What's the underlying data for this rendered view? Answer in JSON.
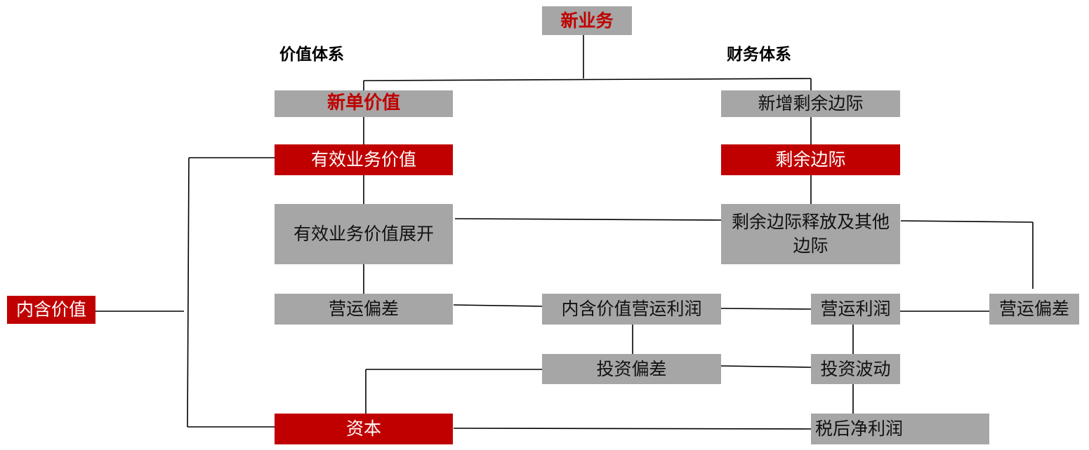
{
  "headings": {
    "value_system": "价值体系",
    "finance_system": "财务体系"
  },
  "nodes": {
    "new_business": "新业务",
    "new_business_value": "新单价值",
    "new_surplus_margin": "新增剩余边际",
    "in_force_value": "有效业务价值",
    "residual_margin": "剩余边际",
    "in_force_value_expansion": "有效业务价值展开",
    "margin_release": "剩余边际释放及其他边际",
    "operating_variance_left": "营运偏差",
    "ev_operating_profit": "内含价值营运利润",
    "operating_profit": "营运利润",
    "operating_variance_right": "营运偏差",
    "embedded_value": "内含价值",
    "investment_variance": "投资偏差",
    "investment_volatility": "投资波动",
    "capital": "资本",
    "net_profit": "税后净利润"
  },
  "colors": {
    "accent_red": "#c00000",
    "box_gray": "#a6a6a6",
    "line": "#000000"
  }
}
